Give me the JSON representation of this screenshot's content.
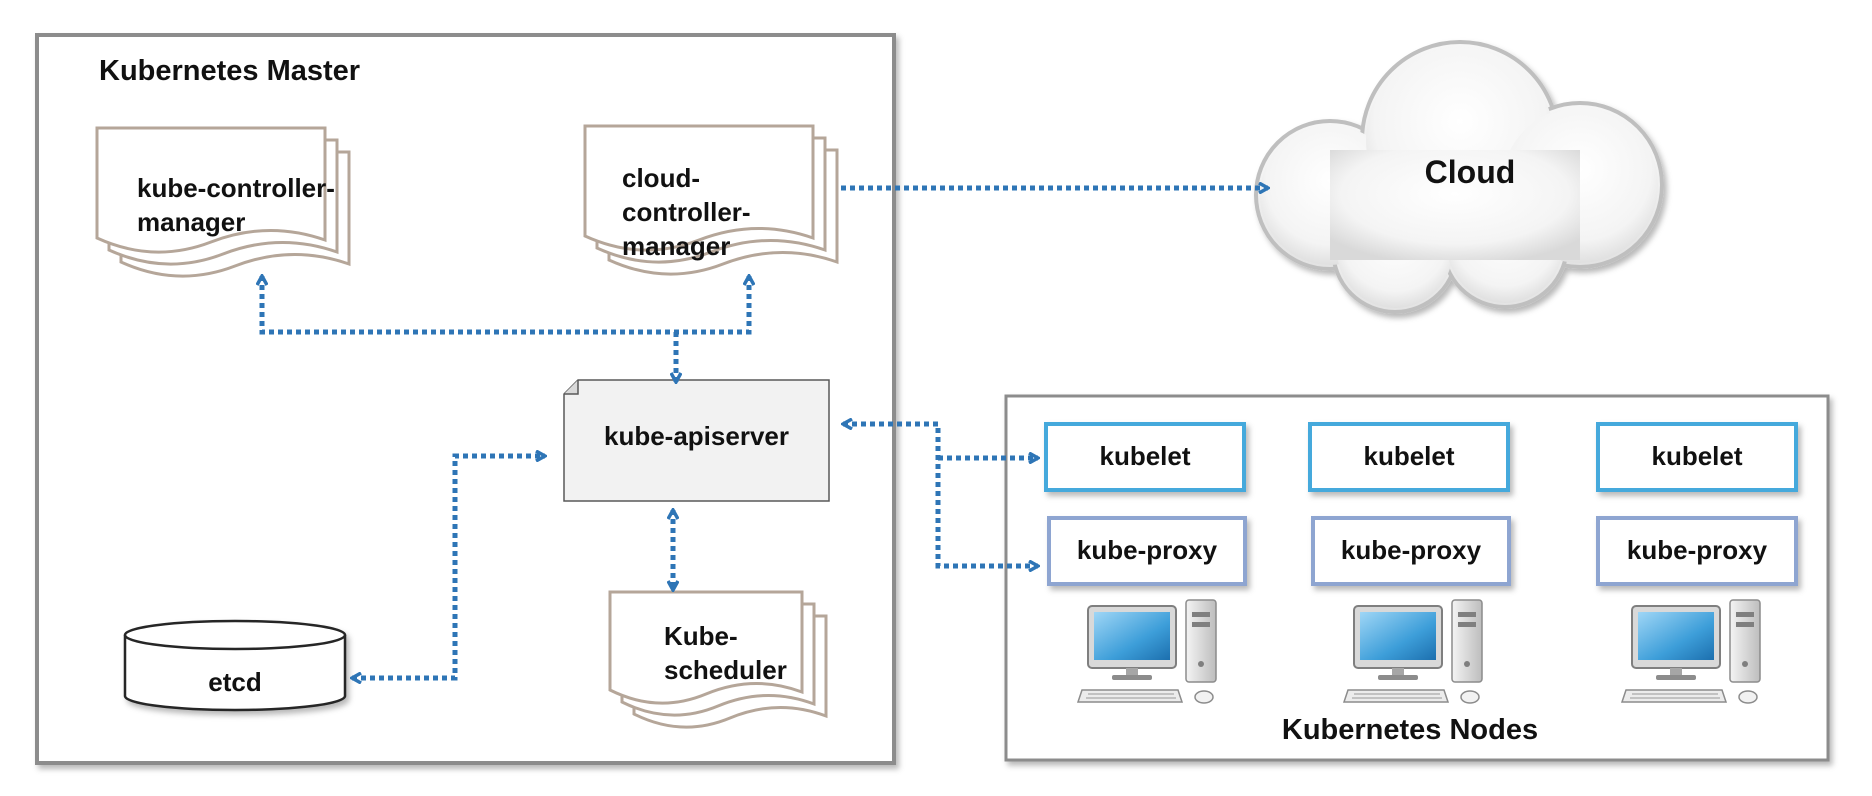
{
  "master": {
    "title": "Kubernetes Master",
    "controller_manager": "kube-controller-manager",
    "cloud_controller_manager": "cloud-controller-manager",
    "apiserver": "kube-apiserver",
    "scheduler": "Kube-scheduler",
    "etcd": "etcd"
  },
  "cloud": {
    "label": "Cloud"
  },
  "nodes": {
    "title": "Kubernetes Nodes",
    "items": [
      {
        "kubelet": "kubelet",
        "proxy": "kube-proxy"
      },
      {
        "kubelet": "kubelet",
        "proxy": "kube-proxy"
      },
      {
        "kubelet": "kubelet",
        "proxy": "kube-proxy"
      }
    ]
  },
  "colors": {
    "connector": "#2E75B6",
    "document_stroke": "#B5A699",
    "kubelet_border": "#45A9DC",
    "proxy_border": "#8EA5D1",
    "panel_border": "#8C8C8C"
  }
}
